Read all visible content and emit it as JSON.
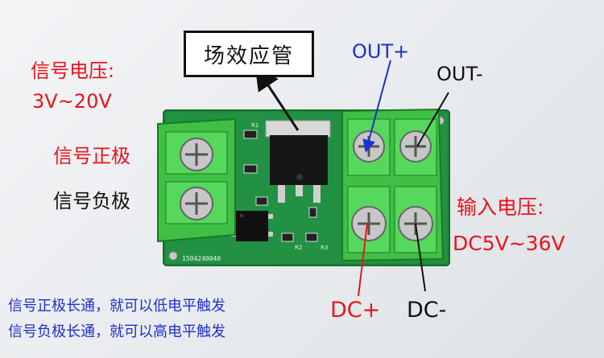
{
  "labels": {
    "mosfet": "场效应管",
    "signal_voltage_title": "信号电压:",
    "signal_voltage_value": "3V~20V",
    "signal_positive": "信号正极",
    "signal_negative": "信号负极",
    "out_plus": "OUT+",
    "out_minus": "OUT-",
    "input_voltage_title": "输入电压:",
    "input_voltage_value": "DC5V~36V",
    "dc_plus": "DC+",
    "dc_minus": "DC-",
    "note_line1": "信号正极长通，就可以低电平触发",
    "note_line2": "信号负极长通，就可以高电平触发"
  },
  "pcb": {
    "serial": "1504240040",
    "silk_r1": "R1",
    "silk_r2": "R2",
    "silk_r3": "R3"
  },
  "colors": {
    "red": "#e8151b",
    "blue": "#1f2fd0",
    "pcb_green": "#1f8a3c",
    "terminal_green": "#44c94a"
  }
}
